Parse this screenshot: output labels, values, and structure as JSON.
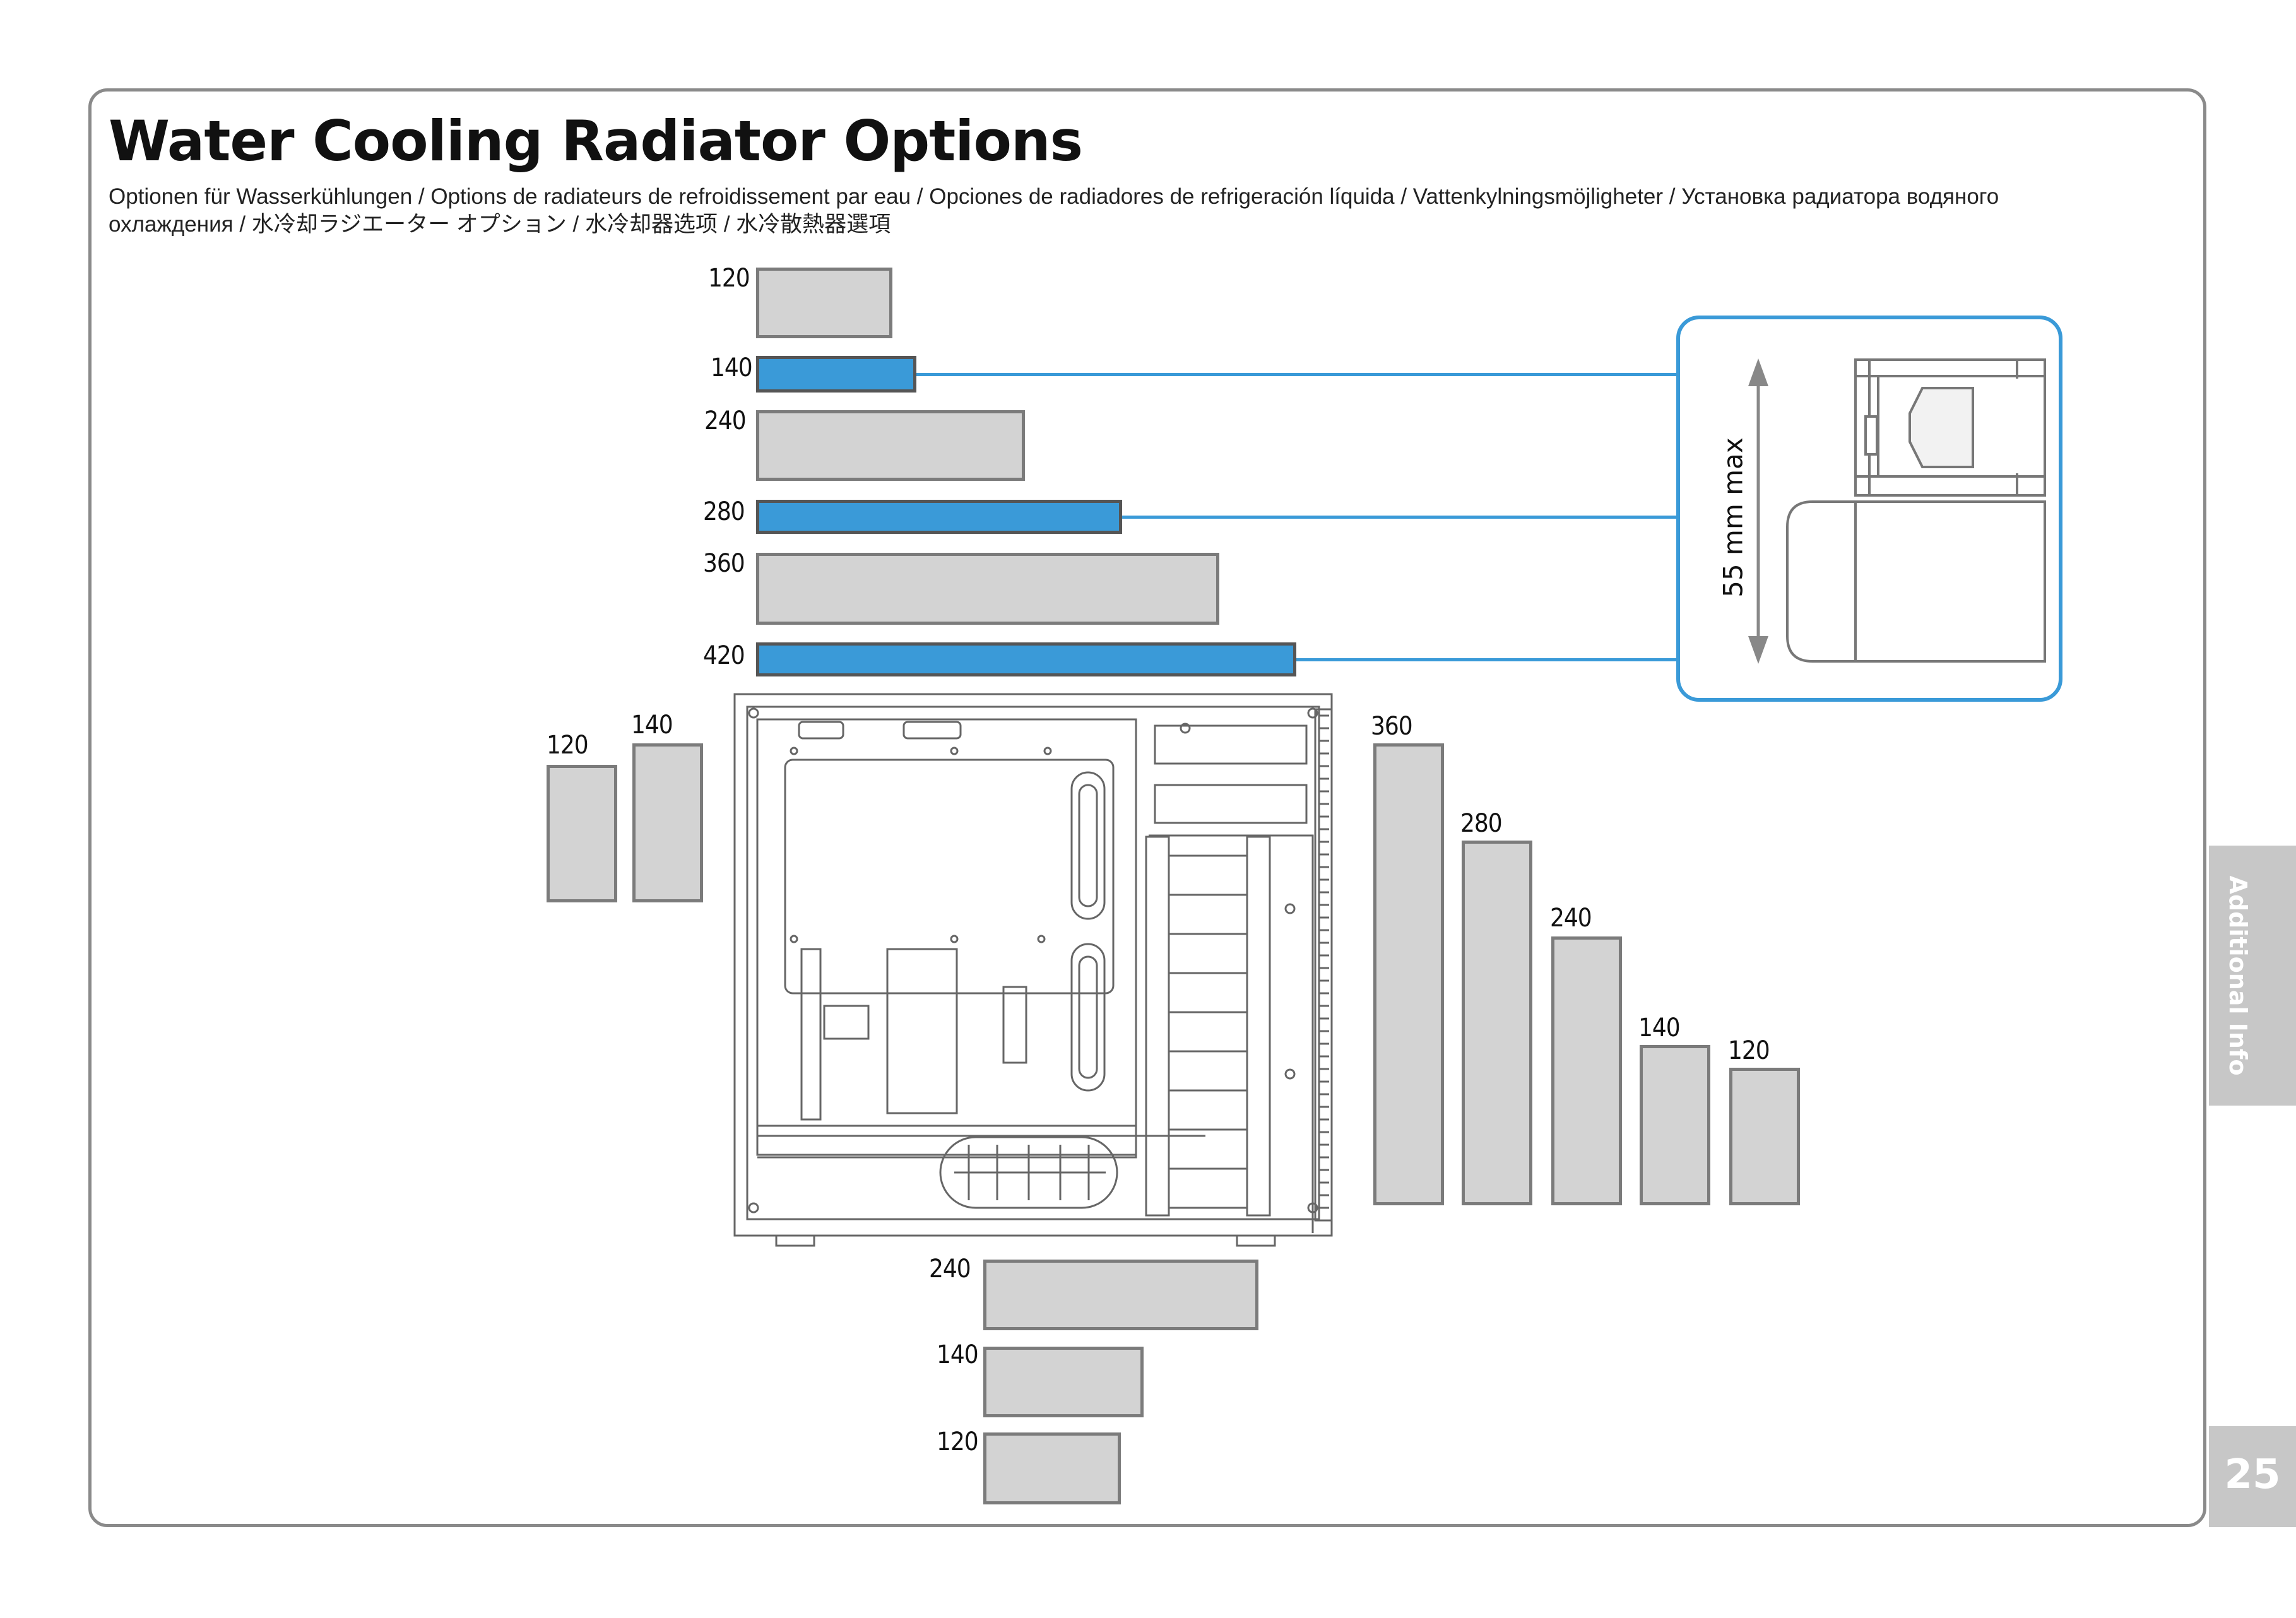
{
  "header": {
    "title": "Water Cooling Radiator Options",
    "subtitle": "Optionen für Wasserkühlungen / Options de radiateurs de refroidissement par eau / Opciones de radiadores de refrigeración líquida / Vattenkylningsmöjligheter / Установка радиатора водяного охлаждения / 水冷却ラジエーター オプション / 水冷却器选项 / 水冷散熱器選項"
  },
  "top_radiators": [
    {
      "size": "120",
      "highlight": false
    },
    {
      "size": "140",
      "highlight": true
    },
    {
      "size": "240",
      "highlight": false
    },
    {
      "size": "280",
      "highlight": true
    },
    {
      "size": "360",
      "highlight": false
    },
    {
      "size": "420",
      "highlight": true
    }
  ],
  "rear_radiators": [
    {
      "size": "120"
    },
    {
      "size": "140"
    }
  ],
  "front_radiators": [
    {
      "size": "360"
    },
    {
      "size": "280"
    },
    {
      "size": "240"
    },
    {
      "size": "140"
    },
    {
      "size": "120"
    }
  ],
  "bottom_radiators": [
    {
      "size": "240"
    },
    {
      "size": "140"
    },
    {
      "size": "120"
    }
  ],
  "clearance": {
    "label": "55 mm max"
  },
  "colors": {
    "highlight": "#3a9ad8",
    "radiator": "#d3d3d3",
    "radiator_border": "#7b7b7b",
    "frame": "#8a8a8a",
    "tab": "#c7c7c7"
  },
  "side_tab": {
    "label": "Additional Info"
  },
  "page": {
    "number": "25"
  }
}
